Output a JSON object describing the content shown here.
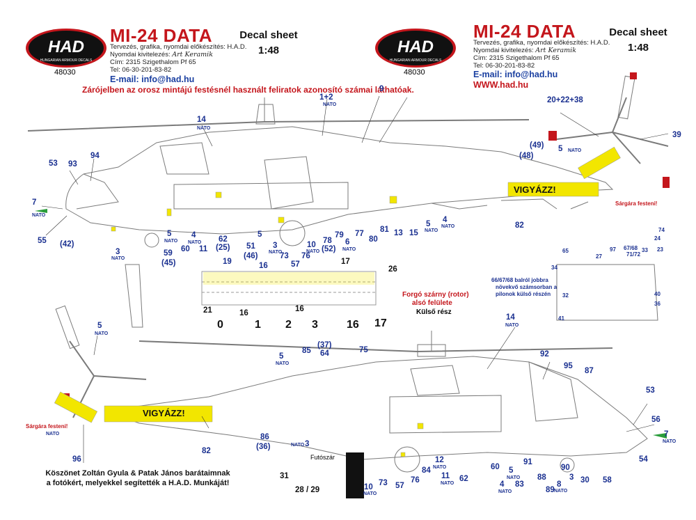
{
  "header_left": {
    "logo_initials": "HAD",
    "logo_caption": "HUNGARIAN ARMOUR DECALS",
    "catalog": "48030",
    "title": "MI-24 DATA",
    "line1": "Tervezés, grafika, nyomdai előkészítés: H.A.D.",
    "line2": "Nyomdai kivitelezés:",
    "line2_sign": "Art Keramik",
    "line3": "Cím: 2315 Szigethalom Pf 65",
    "line4": "Tel: 06-30-201-83-82",
    "email": "E-mail: info@had.hu",
    "sheet_label": "Decal sheet",
    "scale": "1:48"
  },
  "header_right": {
    "logo_initials": "HAD",
    "logo_caption": "HUNGARIAN ARMOUR DECALS",
    "catalog": "48030",
    "title": "MI-24 DATA",
    "line1": "Tervezés, grafika, nyomdai előkészítés: H.A.D.",
    "line2": "Nyomdai kivitelezés:",
    "line2_sign": "Art Keramik",
    "line3": "Cím: 2315 Szigethalom Pf 65",
    "line4": "Tel: 06-30-201-83-82",
    "email": "E-mail: info@had.hu",
    "web": "WWW.had.hu",
    "sheet_label": "Decal sheet",
    "scale": "1:48"
  },
  "notice": "Zárójelben az orosz mintájú festésnél használt feliratok azonosító számai láthatóak.",
  "top_view": {
    "vigyazz": "VIGYÁZZ!",
    "paint_yellow": "Sárgára festeni!",
    "labels": {
      "n9": "9",
      "n1_2": "1+2",
      "n14": "14",
      "n94": "94",
      "n53": "53",
      "n93": "93",
      "n7": "7",
      "n55": "55",
      "n42": "(42)",
      "n3": "3",
      "n5a": "5",
      "n59": "59",
      "n45": "(45)",
      "n60": "60",
      "n4": "4",
      "n11": "11",
      "n62": "62",
      "n25": "(25)",
      "n51": "51",
      "n46": "(46)",
      "n5b": "5",
      "n3b": "3",
      "n73": "73",
      "n57": "57",
      "n76": "76",
      "n10": "10",
      "n78": "78",
      "n52": "(52)",
      "n6": "6",
      "n79": "79",
      "n77": "77",
      "n80": "80",
      "n81": "81",
      "n13": "13",
      "n15": "15",
      "n5c": "5",
      "n4b": "4",
      "n82": "82",
      "n49": "(49)",
      "n48": "(48)",
      "n5d": "5",
      "n20_22_38": "20+22+38",
      "n39": "39"
    },
    "nato": "NATO"
  },
  "strip": {
    "labels": {
      "n19": "19",
      "n16a": "16",
      "n17a": "17",
      "n26": "26",
      "n21": "21",
      "n16b": "16",
      "n16c": "16"
    },
    "big_numbers": [
      "0",
      "1",
      "2",
      "3",
      "16",
      "17"
    ],
    "rotor_note_1": "Forgó szárny (rotor)",
    "rotor_note_2": "alsó felülete",
    "rotor_note_3": "Külső rész"
  },
  "pylon_panel": {
    "labels": {
      "n65": "65",
      "n27": "27",
      "n97": "97",
      "n67_68": "67/68",
      "n71_72": "71/72",
      "n33": "33",
      "n74": "74",
      "n24": "24",
      "n23": "23",
      "n34": "34",
      "n40": "40",
      "n32": "32",
      "n36": "36",
      "n41": "41"
    },
    "note_1": "66/67/68 balról jobbra",
    "note_2": "növekvő számsorban a",
    "note_3": "pilonok külső részén"
  },
  "bottom_view": {
    "vigyazz": "VIGYÁZZ!",
    "paint_yellow": "Sárgára festeni!",
    "labels": {
      "n5": "5",
      "n85": "85",
      "n37": "(37)",
      "n64": "64",
      "n75": "75",
      "n14": "14",
      "n92": "92",
      "n95": "95",
      "n87": "87",
      "n53": "53",
      "n56": "56",
      "n7": "7",
      "n54": "54",
      "n58": "58",
      "n30": "30",
      "n3": "3",
      "n8": "8",
      "n90": "90",
      "n88": "88",
      "n89": "89",
      "n91": "91",
      "n83": "83",
      "n5b": "5",
      "n4": "4",
      "n60": "60",
      "n11": "11",
      "n62": "62",
      "n12": "12",
      "n84": "84",
      "n76": "76",
      "n57": "57",
      "n73": "73",
      "n10": "10",
      "n86": "86",
      "n36": "(36)",
      "n3b": "3",
      "n82": "82",
      "n96": "96",
      "n31": "31",
      "n28_29": "28 / 29"
    },
    "futoszar": "Futószár",
    "nato": "NATO"
  },
  "credits": {
    "line1": "Köszönet Zoltán Gyula & Patak János barátaimnak",
    "line2": "a fotókért, melyekkel segítették a H.A.D. Munkáját!"
  },
  "colors": {
    "brand_red": "#c4161c",
    "label_blue": "#1a3090",
    "warning_yellow": "#f2e600"
  }
}
